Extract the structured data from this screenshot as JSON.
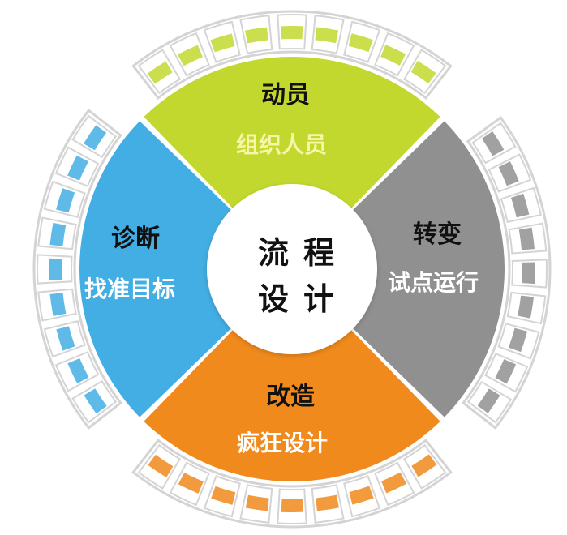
{
  "colors": {
    "top": "#c2d82e",
    "right": "#909090",
    "bottom": "#f08a1c",
    "left": "#43aee3",
    "center": "#ffffff",
    "top_sub_text": "#f6f5a8",
    "frame_fill": "#ffffff",
    "frame_edge": "#d4d4d4"
  },
  "center": {
    "line1": "流程",
    "line2": "设计"
  },
  "segments": {
    "top": {
      "title": "动员",
      "subtitle": "组织人员"
    },
    "right": {
      "title": "转变",
      "subtitle": "试点运行"
    },
    "bottom": {
      "title": "改造",
      "subtitle": "疯狂设计"
    },
    "left": {
      "title": "诊断",
      "subtitle": "找准目标"
    }
  }
}
